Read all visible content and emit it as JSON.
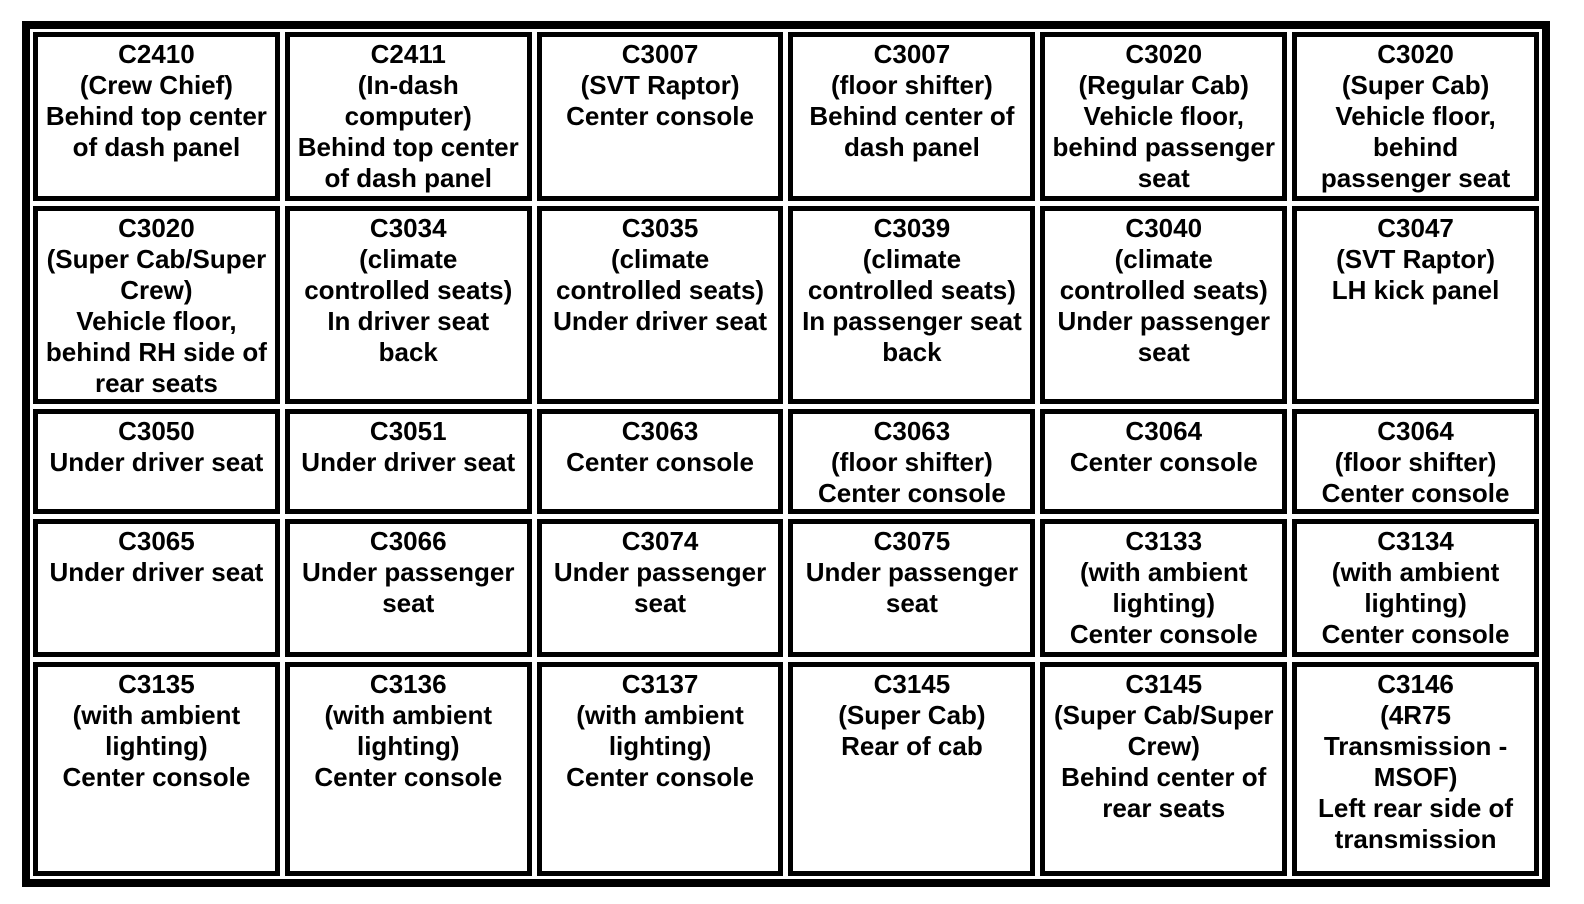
{
  "colors": {
    "background": "#ffffff",
    "border": "#000000",
    "text": "#000000"
  },
  "grid": {
    "columns": 6,
    "row_count": 5,
    "rows": [
      {
        "cells": [
          {
            "code": "C2410",
            "location": "(Crew Chief)\nBehind top center\nof dash panel"
          },
          {
            "code": "C2411",
            "location": "(In-dash\ncomputer)\nBehind top center\nof dash panel"
          },
          {
            "code": "C3007",
            "location": "(SVT Raptor)\nCenter console"
          },
          {
            "code": "C3007",
            "location": "(floor shifter)\nBehind center of\ndash panel"
          },
          {
            "code": "C3020",
            "location": "(Regular Cab)\nVehicle floor,\nbehind passenger\nseat"
          },
          {
            "code": "C3020",
            "location": "(Super Cab)\nVehicle floor,\nbehind\npassenger seat"
          }
        ]
      },
      {
        "cells": [
          {
            "code": "C3020",
            "location": "(Super Cab/Super\nCrew)\nVehicle floor,\nbehind RH side of\nrear seats"
          },
          {
            "code": "C3034",
            "location": "(climate\ncontrolled seats)\nIn driver seat\nback"
          },
          {
            "code": "C3035",
            "location": "(climate\ncontrolled seats)\nUnder driver seat"
          },
          {
            "code": "C3039",
            "location": "(climate\ncontrolled seats)\nIn passenger seat\nback"
          },
          {
            "code": "C3040",
            "location": "(climate\ncontrolled seats)\nUnder passenger\nseat"
          },
          {
            "code": "C3047",
            "location": "(SVT Raptor)\nLH kick panel"
          }
        ]
      },
      {
        "cells": [
          {
            "code": "C3050",
            "location": "Under driver seat"
          },
          {
            "code": "C3051",
            "location": "Under driver seat"
          },
          {
            "code": "C3063",
            "location": "Center console"
          },
          {
            "code": "C3063",
            "location": "(floor shifter)\nCenter console"
          },
          {
            "code": "C3064",
            "location": "Center console"
          },
          {
            "code": "C3064",
            "location": "(floor shifter)\nCenter console"
          }
        ]
      },
      {
        "cells": [
          {
            "code": "C3065",
            "location": "Under driver seat"
          },
          {
            "code": "C3066",
            "location": "Under passenger\nseat"
          },
          {
            "code": "C3074",
            "location": "Under passenger\nseat"
          },
          {
            "code": "C3075",
            "location": "Under passenger\nseat"
          },
          {
            "code": "C3133",
            "location": "(with ambient\nlighting)\nCenter console"
          },
          {
            "code": "C3134",
            "location": "(with ambient\nlighting)\nCenter console"
          }
        ]
      },
      {
        "cells": [
          {
            "code": "C3135",
            "location": "(with ambient\nlighting)\nCenter console"
          },
          {
            "code": "C3136",
            "location": "(with ambient\nlighting)\nCenter console"
          },
          {
            "code": "C3137",
            "location": "(with ambient\nlighting)\nCenter console"
          },
          {
            "code": "C3145",
            "location": "(Super Cab)\nRear of cab"
          },
          {
            "code": "C3145",
            "location": "(Super Cab/Super\nCrew)\nBehind center of\nrear seats"
          },
          {
            "code": "C3146",
            "location": "(4R75\nTransmission -\nMSOF)\nLeft rear side of\ntransmission"
          }
        ]
      }
    ]
  }
}
